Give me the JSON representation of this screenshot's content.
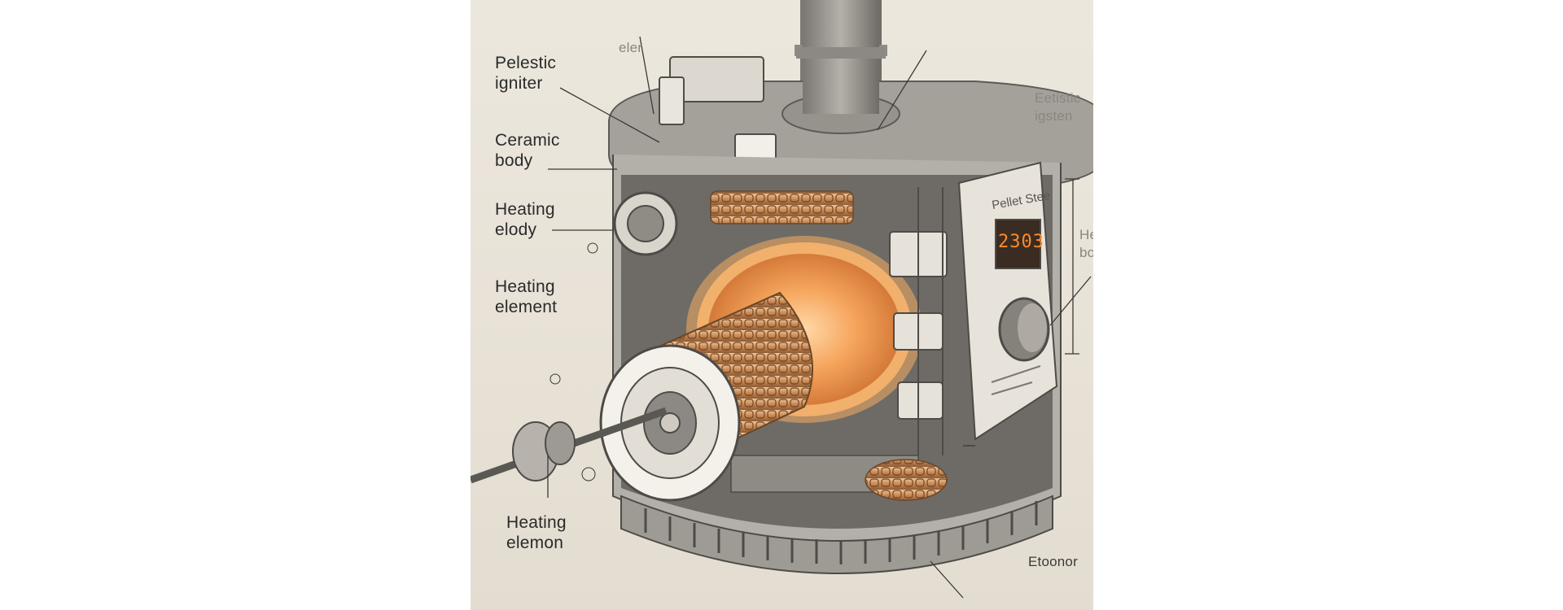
{
  "labels": {
    "pelectic_igniter": "Pelestic\nigniter",
    "ceramic_body": "Ceramic\nbody",
    "heating_elody": "Heating\nelody",
    "heating_element": "Heating\nelement",
    "heating_elemon": "Heating\nelemon",
    "top_faint": "eler",
    "right_top_faint": "Eetistic\nigsten",
    "right_mid_faint": "He\nbo",
    "bottom_right": "Etoonor"
  },
  "control_panel": {
    "badge": "Pellet Stee",
    "display_value": "2303"
  },
  "colors": {
    "background": "#e9e4da",
    "body_gray": "#8c8983",
    "glow_orange": "#f4a15a",
    "display_orange": "#ff8a2a"
  }
}
